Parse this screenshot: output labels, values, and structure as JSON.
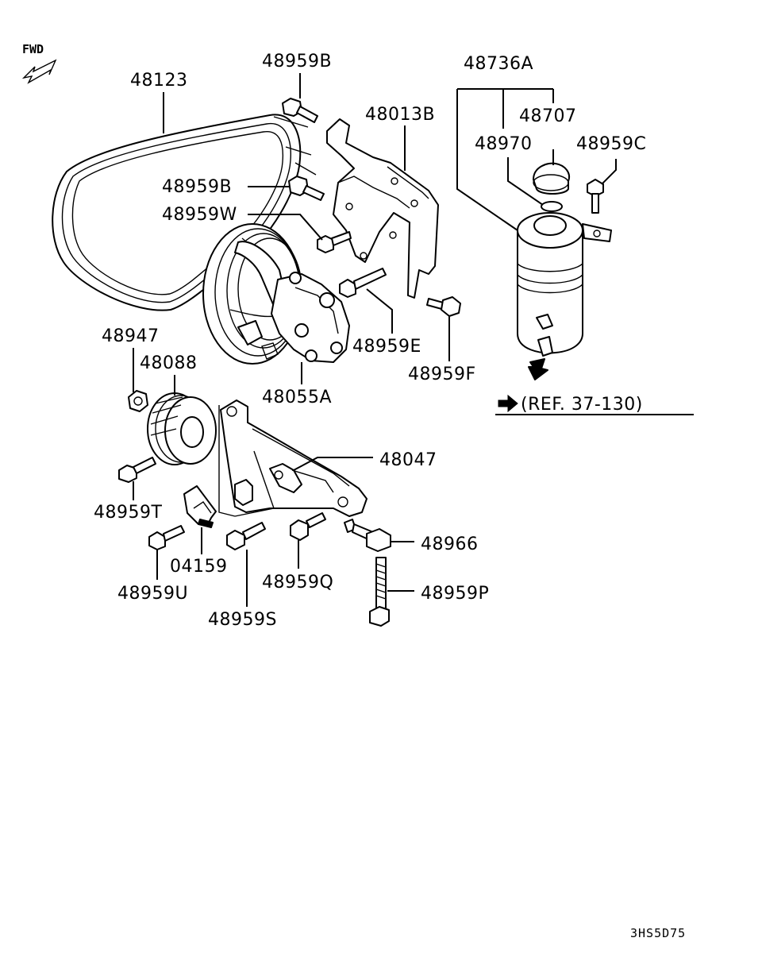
{
  "fwd_label": "FWD",
  "drawing_code": "3HS5D75",
  "reference": {
    "text": "(REF. 37-130)"
  },
  "parts": [
    {
      "id": "belt",
      "label": "48123"
    },
    {
      "id": "bolt-top-b",
      "label": "48959B"
    },
    {
      "id": "bracket-top",
      "label": "48013B"
    },
    {
      "id": "reservoir-assembly",
      "label": "48736A"
    },
    {
      "id": "reservoir-cap",
      "label": "48707"
    },
    {
      "id": "o-ring",
      "label": "48970"
    },
    {
      "id": "bolt-c",
      "label": "48959C"
    },
    {
      "id": "bolt-mid-b",
      "label": "48959B"
    },
    {
      "id": "bolt-w",
      "label": "48959W"
    },
    {
      "id": "bolt-e",
      "label": "48959E"
    },
    {
      "id": "bolt-f",
      "label": "48959F"
    },
    {
      "id": "nut",
      "label": "48947"
    },
    {
      "id": "idler-pulley",
      "label": "48088"
    },
    {
      "id": "pump",
      "label": "48055A"
    },
    {
      "id": "bracket-lower",
      "label": "48047"
    },
    {
      "id": "bolt-t",
      "label": "48959T"
    },
    {
      "id": "clip-bracket",
      "label": "04159"
    },
    {
      "id": "bolt-u",
      "label": "48959U"
    },
    {
      "id": "bolt-s",
      "label": "48959S"
    },
    {
      "id": "bolt-q",
      "label": "48959Q"
    },
    {
      "id": "bolt-spacer",
      "label": "48966"
    },
    {
      "id": "long-bolt",
      "label": "48959P"
    }
  ]
}
